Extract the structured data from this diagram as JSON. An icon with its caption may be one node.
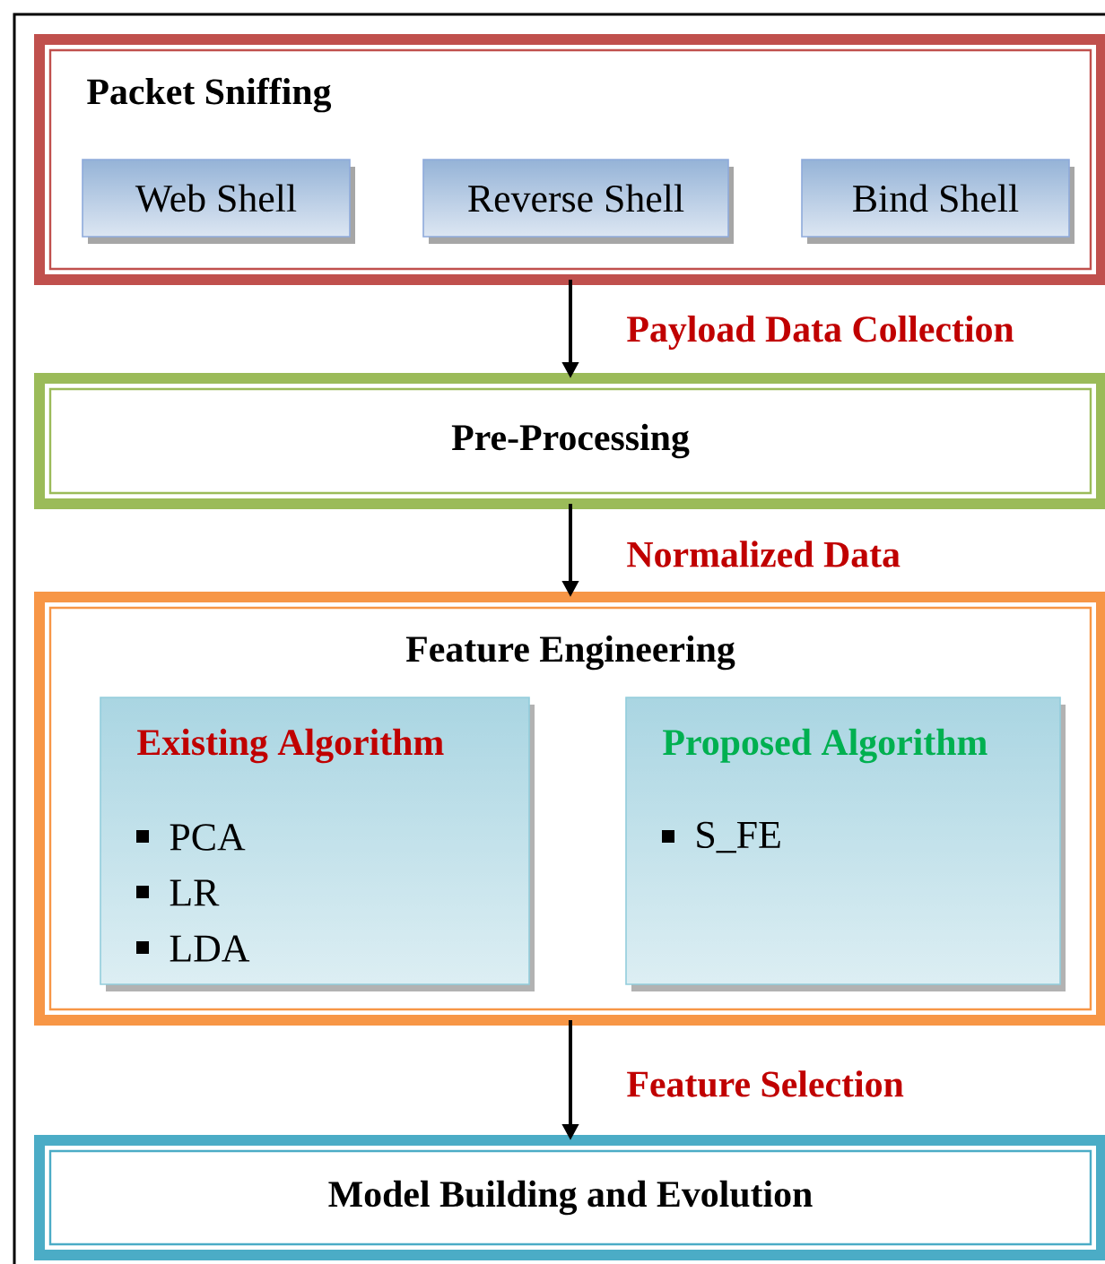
{
  "diagram": {
    "nodes": [
      {
        "text": [
          "Packet Sniffing"
        ]
      },
      {
        "text": [
          "Web Shell"
        ],
        "in": 0
      },
      {
        "text": [
          "Reverse Shell"
        ],
        "in": 0
      },
      {
        "text": [
          "Bind Shell"
        ],
        "in": 0
      },
      {
        "text": [
          "Pre-Processing"
        ]
      },
      {
        "text": [
          "Feature Engineering"
        ]
      },
      {
        "text": [
          "Existing Algorithm",
          "PCA",
          "LR",
          "LDA"
        ],
        "in": 5
      },
      {
        "text": [
          "Proposed Algorithm",
          "S_FE"
        ],
        "in": 5
      },
      {
        "text": [
          "Model Building and Evolution"
        ]
      }
    ],
    "edges": [
      {
        "from": 0,
        "to": 4,
        "arrow": "to",
        "label": "Payload Data Collection"
      },
      {
        "from": 4,
        "to": 5,
        "arrow": "to",
        "label": "Normalized Data"
      },
      {
        "from": 5,
        "to": 8,
        "arrow": "to",
        "label": "Feature Selection"
      }
    ]
  }
}
